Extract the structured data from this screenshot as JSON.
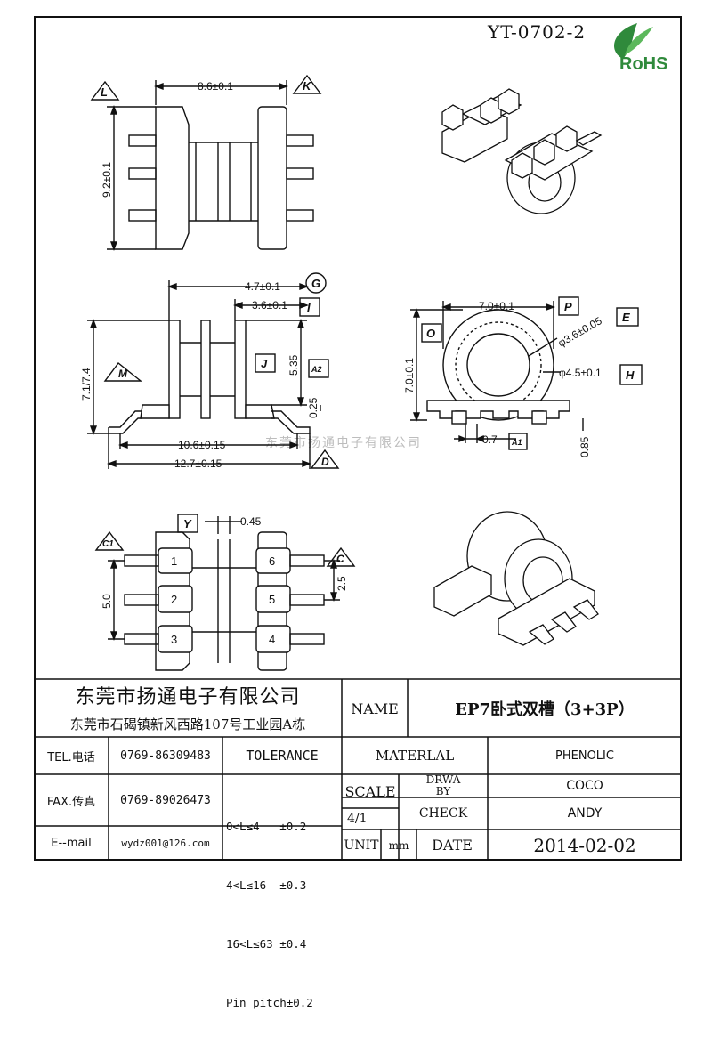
{
  "drawing_number": "YT-0702-2",
  "rohs_label": "RoHS",
  "watermark": "东莞市扬通电子有限公司",
  "views": {
    "top": {
      "dim_width": "8.6±0.1",
      "dim_height": "9.2±0.1",
      "marker_left": "L",
      "marker_right": "K"
    },
    "front": {
      "dim_47": "4.7±0.1",
      "dim_36": "3.6±0.1",
      "dim_535": "5.35",
      "dim_025": "0.25",
      "dim_side": "7.1/7.4",
      "dim_106": "10.6±0.15",
      "dim_127": "12.7±0.15",
      "marker_g": "G",
      "marker_i": "I",
      "marker_j": "J",
      "marker_a2": "A2",
      "marker_m": "M",
      "marker_d": "D"
    },
    "side": {
      "dim_width": "7.0±0.1",
      "dim_height": "7.0±0.1",
      "dim_bore": "φ3.6±0.05",
      "dim_outer": "φ4.5±0.1",
      "dim_07": "0.7",
      "dim_085": "0.85",
      "marker_p": "P",
      "marker_e": "E",
      "marker_o": "O",
      "marker_h": "H",
      "marker_a1": "A1"
    },
    "bottom": {
      "dim_045": "0.45",
      "dim_50": "5.0",
      "dim_25": "2.5",
      "marker_y": "Y",
      "marker_c1": "C1",
      "marker_c": "C",
      "pins": [
        "1",
        "2",
        "3",
        "6",
        "5",
        "4"
      ]
    }
  },
  "title_block": {
    "company_name": "东莞市扬通电子有限公司",
    "company_address": "东莞市石碣镇新风西路107号工业园A栋",
    "name_label": "NAME",
    "name_value": "EP7卧式双槽（3+3P）",
    "tel_label": "TEL.电话",
    "tel_value": "0769-86309483",
    "fax_label": "FAX.传真",
    "fax_value": "0769-89026473",
    "email_label": "E--mail",
    "email_value": "wydz001@126.com",
    "tolerance_label": "TOLERANCE",
    "tolerance_lines": [
      "0<L≤4   ±0.2",
      "4<L≤16  ±0.3",
      "16<L≤63 ±0.4",
      "Pin pitch±0.2"
    ],
    "material_label": "MATERLAL",
    "material_value": "PHENOLIC",
    "scale_label": "SCALE",
    "scale_value": "4/1",
    "drwa_label_1": "DRWA",
    "drwa_label_2": "BY",
    "drwa_value": "COCO",
    "check_label": "CHECK",
    "check_value": "ANDY",
    "unit_label": "UNIT",
    "unit_value": "mm",
    "date_label": "DATE",
    "date_value": "2014-02-02"
  }
}
